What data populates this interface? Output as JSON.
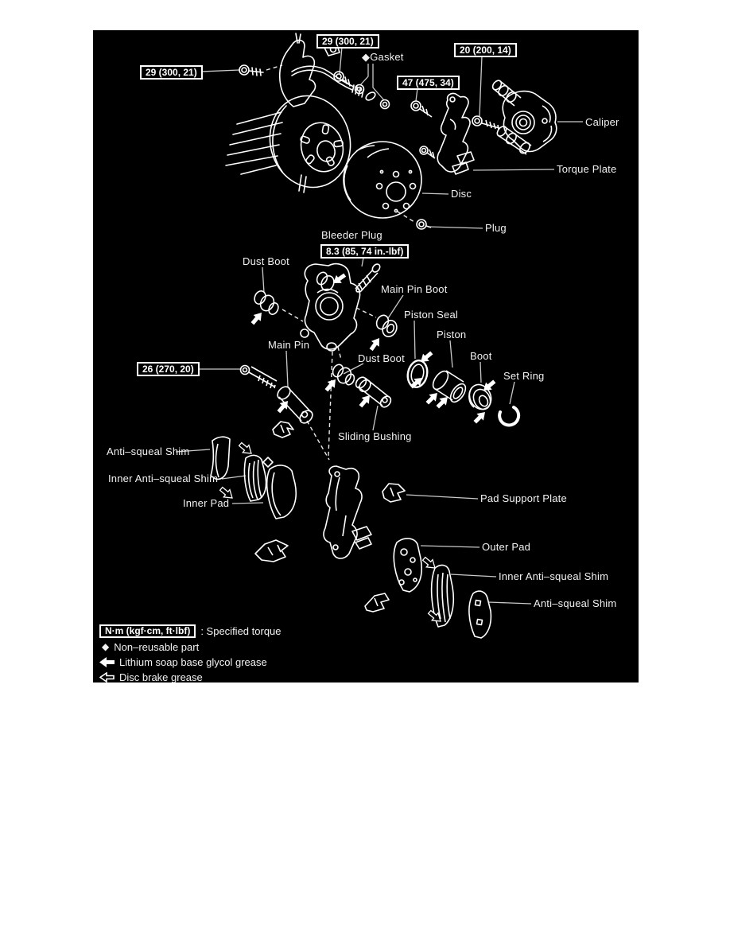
{
  "torque_specs": {
    "brake_line_bolt_top": "29 (300, 21)",
    "brake_line_bolt_left": "29 (300, 21)",
    "caliper_bolt": "20 (200, 14)",
    "torque_plate_bolt": "47 (475, 34)",
    "bleeder_plug": "8.3 (85, 74 in.-lbf)",
    "main_pin_bolt": "26 (270, 20)"
  },
  "labels": {
    "gasket": "◆Gasket",
    "caliper": "Caliper",
    "torque_plate": "Torque Plate",
    "disc": "Disc",
    "plug": "Plug",
    "bleeder_plug": "Bleeder Plug",
    "dust_boot_upper": "Dust Boot",
    "main_pin_boot": "Main Pin Boot",
    "piston_seal": "Piston Seal",
    "piston": "Piston",
    "boot": "Boot",
    "set_ring": "Set Ring",
    "main_pin": "Main Pin",
    "dust_boot_lower": "Dust Boot",
    "sliding_bushing": "Sliding Bushing",
    "anti_squeal_shim_left": "Anti–squeal Shim",
    "inner_anti_squeal_shim_left": "Inner Anti–squeal Shim",
    "inner_pad": "Inner Pad",
    "pad_support_plate": "Pad Support Plate",
    "outer_pad": "Outer Pad",
    "inner_anti_squeal_shim_right": "Inner Anti–squeal Shim",
    "anti_squeal_shim_right": "Anti–squeal Shim"
  },
  "legend": {
    "torque_units": "N·m (kgf·cm, ft·lbf)",
    "torque_desc": ": Specified torque",
    "non_reusable_symbol": "◆",
    "non_reusable": "Non–reusable part",
    "lithium_grease": "Lithium soap base glycol grease",
    "disc_brake_grease": "Disc brake grease"
  },
  "colors": {
    "diagram_background": "#000000",
    "line_art": "#ffffff",
    "leader_line": "#c9c9c9",
    "page_background": "#ffffff"
  }
}
